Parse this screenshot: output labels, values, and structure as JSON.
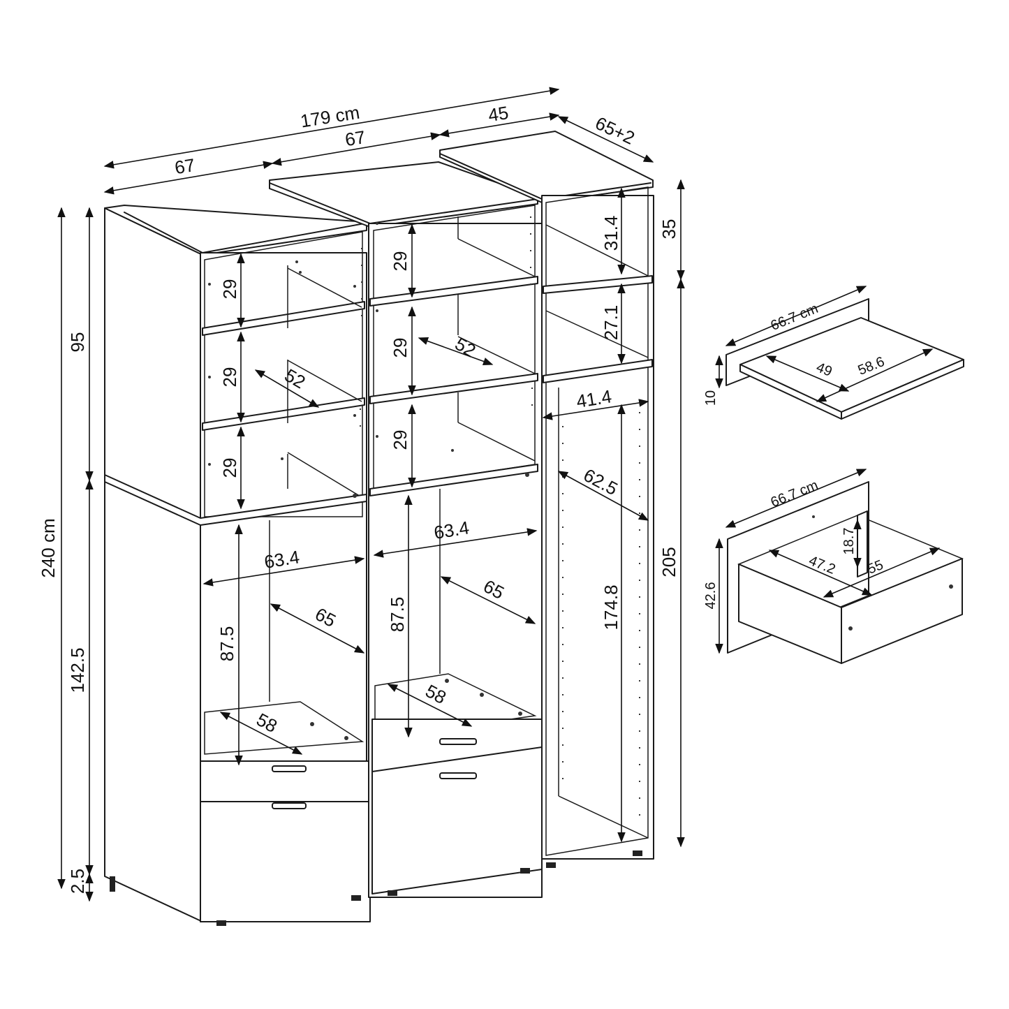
{
  "overall": {
    "width": "179 cm",
    "height": "240 cm",
    "module_widths": [
      "67",
      "67",
      "45"
    ],
    "depth": "65+2",
    "upper_height": "95",
    "lower_height": "142.5",
    "foot_height": "2.5",
    "right_upper": "35",
    "right_lower": "205"
  },
  "left_module": {
    "shelf_1": "29",
    "shelf_2": "29",
    "shelf_3": "29",
    "shelf_depth": "52",
    "inner_width": "63.4",
    "inner_height": "87.5",
    "inner_depth": "65",
    "bottom_depth": "58"
  },
  "middle_module": {
    "shelf_1": "29",
    "shelf_2": "29",
    "shelf_3": "29",
    "shelf_depth": "52",
    "inner_width": "63.4",
    "inner_height": "87.5",
    "inner_depth": "65",
    "bottom_depth": "58"
  },
  "right_module": {
    "top_compartment": "31.4",
    "second_compartment": "27.1",
    "inner_width": "41.4",
    "inner_depth": "62.5",
    "inner_height": "174.8"
  },
  "shelf_detail": {
    "width": "66.7 cm",
    "panel_height": "10",
    "shelf_inner": "49",
    "shelf_depth": "58.6"
  },
  "drawer_detail": {
    "width": "66.7 cm",
    "height": "42.6",
    "drawer_height": "18.7",
    "drawer_width": "47.2",
    "drawer_depth": "55"
  }
}
